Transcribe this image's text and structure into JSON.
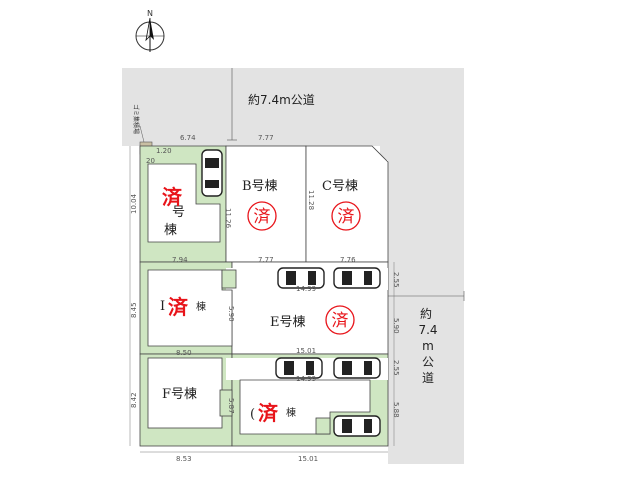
{
  "compass": {
    "north_label": "N"
  },
  "roads": {
    "north": "約7.4m公道",
    "east_lines": [
      "約",
      "7.4",
      "m",
      "公",
      "道"
    ]
  },
  "garbage_label": "ゴミ集積場",
  "lots": {
    "A": {
      "label_lines": [
        "号",
        "棟"
      ],
      "sold_mark": "済"
    },
    "B": {
      "label": "B号棟",
      "seal_mark": "済"
    },
    "C": {
      "label": "C号棟",
      "seal_mark": "済"
    },
    "D": {
      "label_prefix": "I",
      "label_suffix": "棟",
      "sold_mark": "済"
    },
    "E": {
      "label": "E号棟",
      "seal_mark": "済"
    },
    "F": {
      "label": "F号棟"
    },
    "G": {
      "label_prefix": "(",
      "label_suffix": "棟",
      "sold_mark": "済"
    }
  },
  "dimensions": {
    "top_a": "6.74",
    "top_b": "7.77",
    "corner_a": "1.20",
    "corner_b": "20",
    "lot_a_left": "10.04",
    "lot_a_bottom": "7.94",
    "lot_b_left": "11.26",
    "lot_c_left": "11.28",
    "lot_b_bottom": "7.77",
    "lot_c_bottom": "7.76",
    "east_top": "2.55",
    "lot_d_left": "8.45",
    "lot_e_top": "14.99",
    "lot_e_left": "5.90",
    "lot_e_right": "5.90",
    "lot_d_bottom": "8.50",
    "lot_e_bottom": "15.01",
    "east_mid": "2.55",
    "lot_g_top": "14.99",
    "lot_f_left": "8.42",
    "lot_g_left": "5.87",
    "lot_g_right": "5.88",
    "bottom_f": "8.53",
    "bottom_g": "15.01"
  }
}
